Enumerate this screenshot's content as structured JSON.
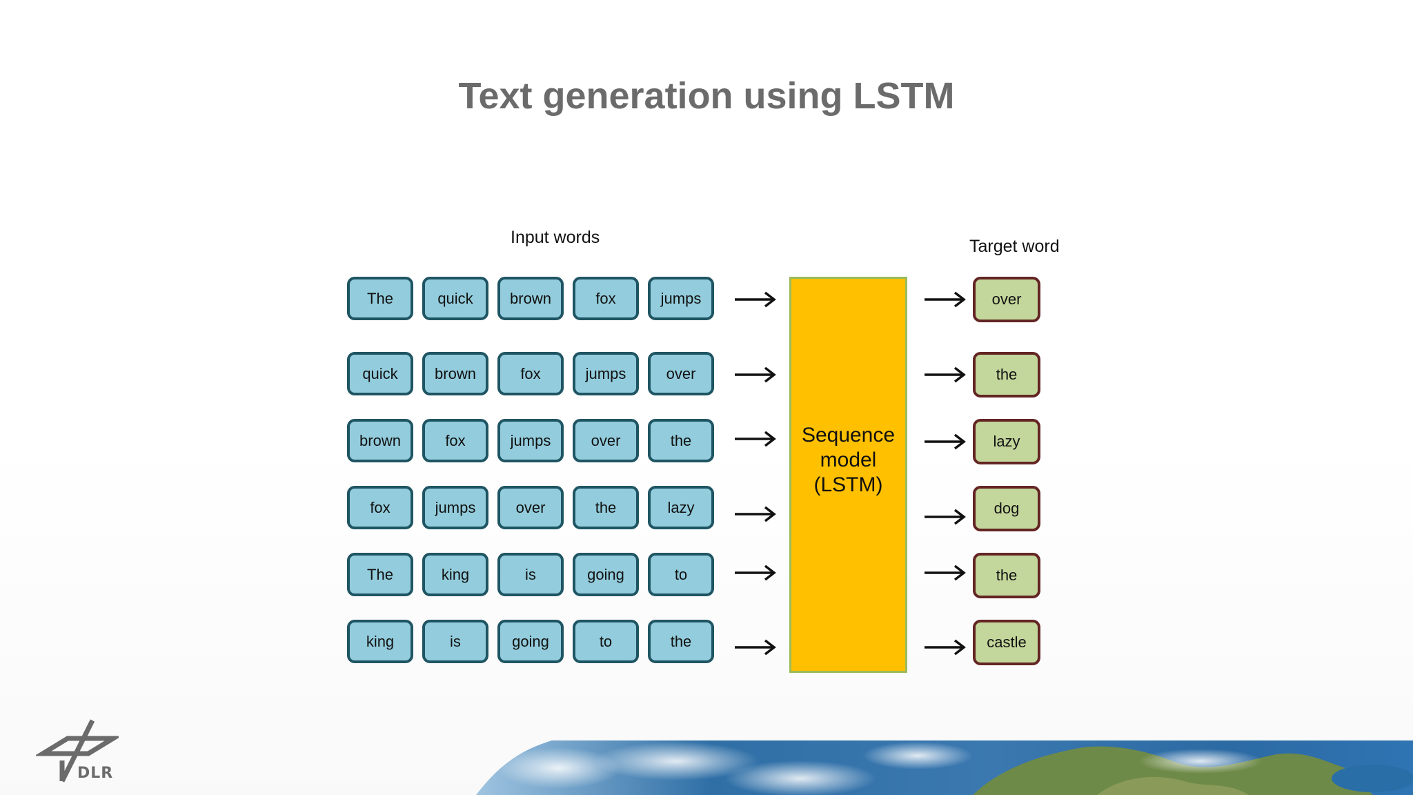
{
  "title": "Text generation using LSTM",
  "labels": {
    "input": "Input words",
    "target": "Target word"
  },
  "model": {
    "text": "Sequence\nmodel\n(LSTM)"
  },
  "rows": [
    {
      "inputs": [
        "The",
        "quick",
        "brown",
        "fox",
        "jumps"
      ],
      "target": "over"
    },
    {
      "inputs": [
        "quick",
        "brown",
        "fox",
        "jumps",
        "over"
      ],
      "target": "the"
    },
    {
      "inputs": [
        "brown",
        "fox",
        "jumps",
        "over",
        "the"
      ],
      "target": "lazy"
    },
    {
      "inputs": [
        "fox",
        "jumps",
        "over",
        "the",
        "lazy"
      ],
      "target": "dog"
    },
    {
      "inputs": [
        "The",
        "king",
        "is",
        "going",
        "to"
      ],
      "target": "the"
    },
    {
      "inputs": [
        "king",
        "is",
        "going",
        "to",
        "the"
      ],
      "target": "castle"
    }
  ],
  "logo": {
    "text": "DLR"
  },
  "colors": {
    "input_fill": "#93cddd",
    "input_border": "#1f5563",
    "model_fill": "#ffc000",
    "model_border": "#9bbb59",
    "target_fill": "#c3d69b",
    "target_border": "#632523",
    "title": "#6b6b6b"
  }
}
